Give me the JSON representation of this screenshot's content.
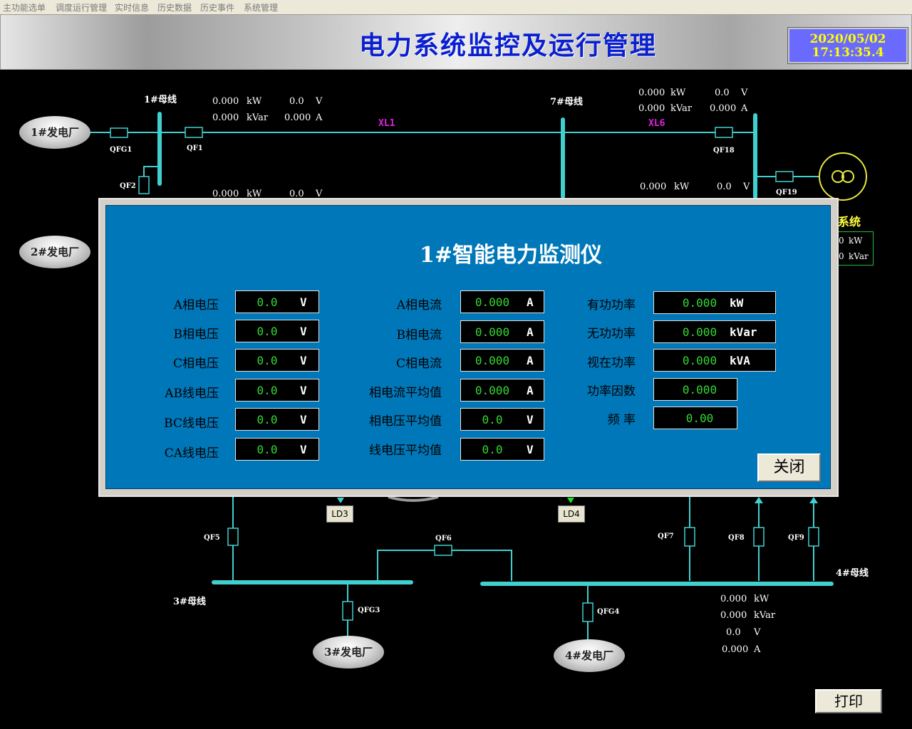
{
  "menu": [
    "主功能选单",
    "调度运行管理",
    "实时信息",
    "历史数据",
    "历史事件",
    "系统管理"
  ],
  "header": {
    "title": "电力系统监控及运行管理",
    "date": "2020/05/02",
    "time": "17:13:35.4"
  },
  "plants": {
    "p1": "1#发电厂",
    "p2": "2#发电厂",
    "p3": "3#发电厂",
    "p4": "4#发电厂"
  },
  "buses": {
    "b1": "1#母线",
    "b7": "7#母线",
    "b3": "3#母线",
    "b4": "4#母线"
  },
  "lines": {
    "xl1": "XL1",
    "xl6": "XL6"
  },
  "breakers": {
    "qfg1": "QFG1",
    "qf1": "QF1",
    "qf2": "QF2",
    "qf18": "QF18",
    "qf19": "QF19",
    "qf5": "QF5",
    "qf6": "QF6",
    "qf7": "QF7",
    "qf8": "QF8",
    "qf9": "QF9",
    "qfg3": "QFG3",
    "qfg4": "QFG4"
  },
  "loads": {
    "ld3": "LD3",
    "ld4": "LD4"
  },
  "readings": {
    "qf1": {
      "kw": "0.000",
      "kw_unit": "kW",
      "v": "0.0",
      "v_unit": "V",
      "kvar": "0.000",
      "kvar_unit": "kVar",
      "a": "0.000",
      "a_unit": "A"
    },
    "qf2": {
      "kw": "0.000",
      "kw_unit": "kW",
      "v": "0.0",
      "v_unit": "V"
    },
    "qf18": {
      "kw": "0.000",
      "kw_unit": "kW",
      "v": "0.0",
      "v_unit": "V",
      "kvar": "0.000",
      "kvar_unit": "kVar",
      "a": "0.000",
      "a_unit": "A"
    },
    "qf19": {
      "kw": "0.000",
      "kw_unit": "kW",
      "v": "0.0",
      "v_unit": "V"
    },
    "b4": {
      "kw": "0.000",
      "kw_unit": "kW",
      "kvar": "0.000",
      "kvar_unit": "kVar",
      "v": "0.0",
      "v_unit": "V",
      "a": "0.000",
      "a_unit": "A"
    },
    "sys": {
      "label": "大系统",
      "kw_unit": "kW",
      "kvar_unit": "kVar",
      "kw": "0",
      "kvar": "0"
    }
  },
  "print_label": "打印",
  "dialog": {
    "title": "1#智能电力监测仪",
    "close_label": "关闭",
    "col1": [
      {
        "label": "A相电压",
        "value": "0.0",
        "unit": "V"
      },
      {
        "label": "B相电压",
        "value": "0.0",
        "unit": "V"
      },
      {
        "label": "C相电压",
        "value": "0.0",
        "unit": "V"
      },
      {
        "label": "AB线电压",
        "value": "0.0",
        "unit": "V"
      },
      {
        "label": "BC线电压",
        "value": "0.0",
        "unit": "V"
      },
      {
        "label": "CA线电压",
        "value": "0.0",
        "unit": "V"
      }
    ],
    "col2": [
      {
        "label": "A相电流",
        "value": "0.000",
        "unit": "A"
      },
      {
        "label": "B相电流",
        "value": "0.000",
        "unit": "A"
      },
      {
        "label": "C相电流",
        "value": "0.000",
        "unit": "A"
      },
      {
        "label": "相电流平均值",
        "value": "0.000",
        "unit": "A"
      },
      {
        "label": "相电压平均值",
        "value": "0.0",
        "unit": "V"
      },
      {
        "label": "线电压平均值",
        "value": "0.0",
        "unit": "V"
      }
    ],
    "col3": [
      {
        "label": "有功功率",
        "value": "0.000",
        "unit": "kW"
      },
      {
        "label": "无功功率",
        "value": "0.000",
        "unit": "kVar"
      },
      {
        "label": "视在功率",
        "value": "0.000",
        "unit": "kVA"
      },
      {
        "label": "功率因数",
        "value": "0.000",
        "unit": ""
      },
      {
        "label": "频  率",
        "value": "0.00",
        "unit": ""
      }
    ]
  },
  "colors": {
    "line": "#40d0d0",
    "dialog_bg": "#0077b8",
    "value_green": "#34d934",
    "datetime_bg": "#6a6aff",
    "title_blue": "#0a1fd0"
  }
}
